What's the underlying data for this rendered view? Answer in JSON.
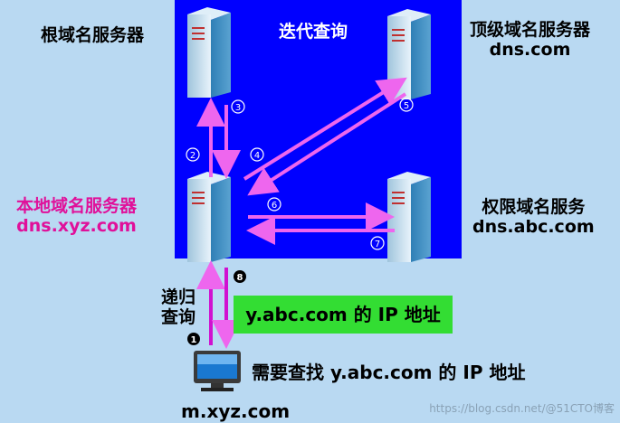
{
  "diagram": {
    "panel_title": "迭代查询",
    "root_server": "根域名服务器",
    "tld_server": {
      "line1": "顶级域名服务器",
      "line2": "dns.com"
    },
    "local_server": {
      "line1": "本地域名服务器",
      "line2": "dns.xyz.com"
    },
    "auth_server": {
      "line1": "权限域名服务",
      "line2": "dns.abc.com"
    },
    "recursive": {
      "line1": "递归",
      "line2": "查询"
    },
    "answer_box": "y.abc.com 的 IP 地址",
    "client_task": "需要查找 y.abc.com 的 IP 地址",
    "client_host": "m.xyz.com",
    "steps": [
      "1",
      "2",
      "3",
      "4",
      "5",
      "6",
      "7",
      "8"
    ],
    "watermark": "https://blog.csdn.net/@51CTO博客"
  },
  "colors": {
    "background": "#b9d9f2",
    "panel": "#0000ff",
    "arrow": "#ee66ee",
    "answer_box": "#33dd33",
    "local_label": "#e0109a"
  }
}
